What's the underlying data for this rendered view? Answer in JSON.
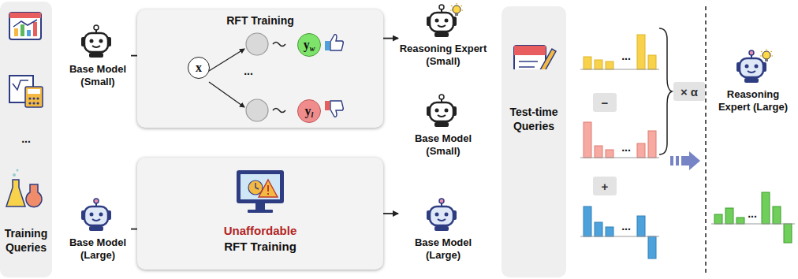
{
  "diagram": {
    "nodes": [
      {
        "text": [
          "Training Queries"
        ]
      },
      {
        "text": [
          "Base Model (Small)"
        ]
      },
      {
        "text": [
          "Base Model (Large)"
        ]
      },
      {
        "text": [
          "RFT Training"
        ]
      },
      {
        "text": [
          "x"
        ],
        "in": 3
      },
      {
        "text": [
          "y",
          "w"
        ],
        "in": 3
      },
      {
        "text": [
          "y",
          "l"
        ],
        "in": 3
      },
      {
        "text": [
          "Unaffordable",
          "RFT Training"
        ]
      },
      {
        "text": [
          "Reasoning Expert (Small)"
        ]
      },
      {
        "text": [
          "Base Model (Small)"
        ]
      },
      {
        "text": [
          "Base Model (Large)"
        ]
      },
      {
        "text": [
          "Test-time Queries"
        ]
      },
      {
        "text": [
          "Reasoning Expert (Large)"
        ]
      }
    ],
    "edges": [
      {
        "from": 1,
        "to": 3,
        "arrow": "none"
      },
      {
        "from": 3,
        "to": 8,
        "arrow": "to"
      },
      {
        "from": 2,
        "to": 7,
        "arrow": "none"
      },
      {
        "from": 7,
        "to": 10,
        "arrow": "to"
      }
    ],
    "labels": [
      "...",
      "...",
      "...",
      "...",
      "...",
      "...",
      "−",
      "× α",
      "+"
    ]
  }
}
